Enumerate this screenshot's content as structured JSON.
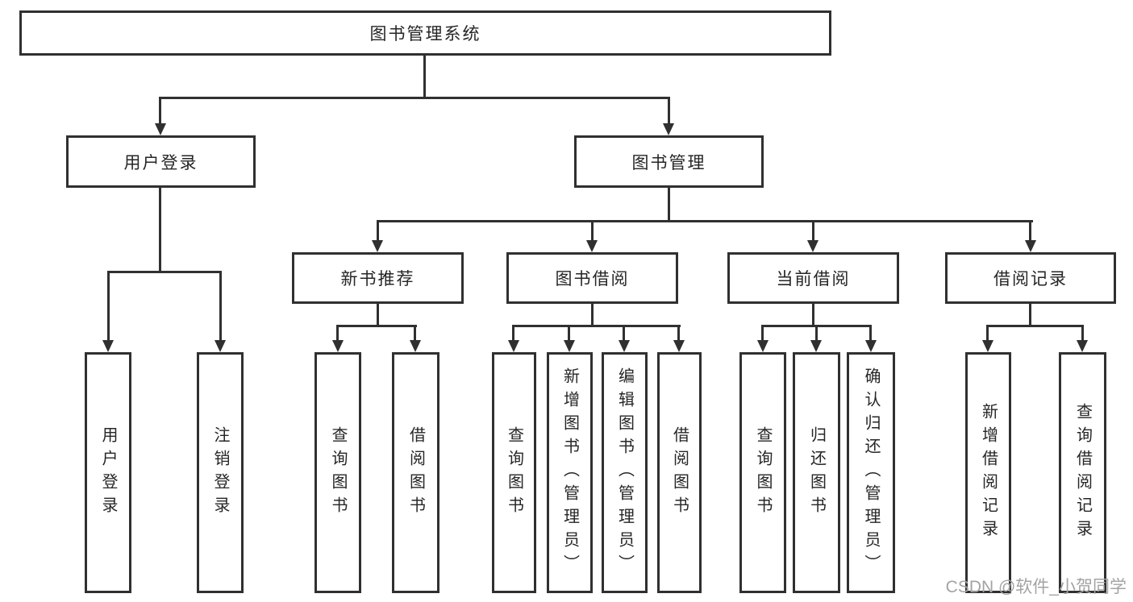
{
  "diagram": {
    "root": {
      "label": "图书管理系统"
    },
    "level2": [
      {
        "label": "用户登录"
      },
      {
        "label": "图书管理"
      }
    ],
    "level3": [
      {
        "label": "新书推荐"
      },
      {
        "label": "图书借阅"
      },
      {
        "label": "当前借阅"
      },
      {
        "label": "借阅记录"
      }
    ],
    "leaves": {
      "user_login": [
        "用户登录",
        "注销登录"
      ],
      "new_books": [
        "查询图书",
        "借阅图书"
      ],
      "book_borrow": [
        "查询图书",
        "新增图书（管理员）",
        "编辑图书（管理员）",
        "借阅图书"
      ],
      "current_borrow": [
        "查询图书",
        "归还图书",
        "确认归还（管理员）"
      ],
      "borrow_records": [
        "新增借阅记录",
        "查询借阅记录"
      ]
    },
    "watermark": "CSDN @软件_小贺同学"
  },
  "colors": {
    "line": "#303030",
    "text": "#262626",
    "background": "#ffffff",
    "watermark": "#a3a3a3"
  }
}
